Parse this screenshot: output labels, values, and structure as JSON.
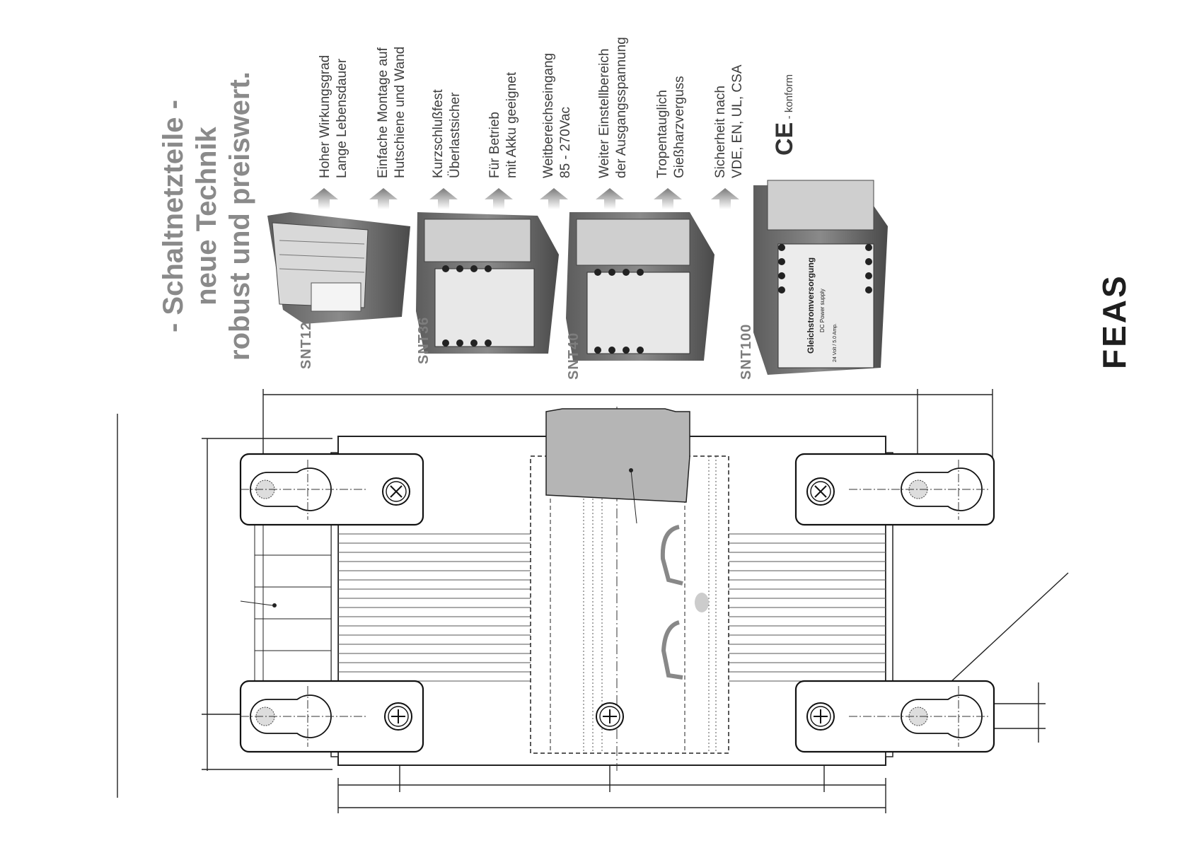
{
  "headline": {
    "line1": "- Schaltnetzteile -",
    "line2": "neue Technik",
    "line3": "robust und preiswert."
  },
  "features": [
    {
      "line1": "Hoher Wirkungsgrad",
      "line2": "Lange Lebensdauer"
    },
    {
      "line1": "Einfache Montage auf",
      "line2": "Hutschiene und Wand"
    },
    {
      "line1": "Kurzschlußfest",
      "line2": "Überlastsicher"
    },
    {
      "line1": "Für Betrieb",
      "line2": "mit Akku geeignet"
    },
    {
      "line1": "Weitbereichseingang",
      "line2": "85 - 270Vac"
    },
    {
      "line1": "Weiter Einstellbereich",
      "line2": "der Ausgangsspannung"
    },
    {
      "line1": "Tropentauglich",
      "line2": "Gießharzverguss"
    },
    {
      "line1": "Sicherheit nach",
      "line2": "VDE, EN, UL, CSA"
    }
  ],
  "ce": {
    "mark": "CE",
    "text": "- konform"
  },
  "models": [
    "SNT12",
    "SNT36",
    "SNT40",
    "SNT100"
  ],
  "product_label": {
    "title": "Gleichstromversorgung",
    "subtitle": "DC Power supply",
    "spec": "24 Volt / 5.0 Amp."
  },
  "brand": "FEAS"
}
